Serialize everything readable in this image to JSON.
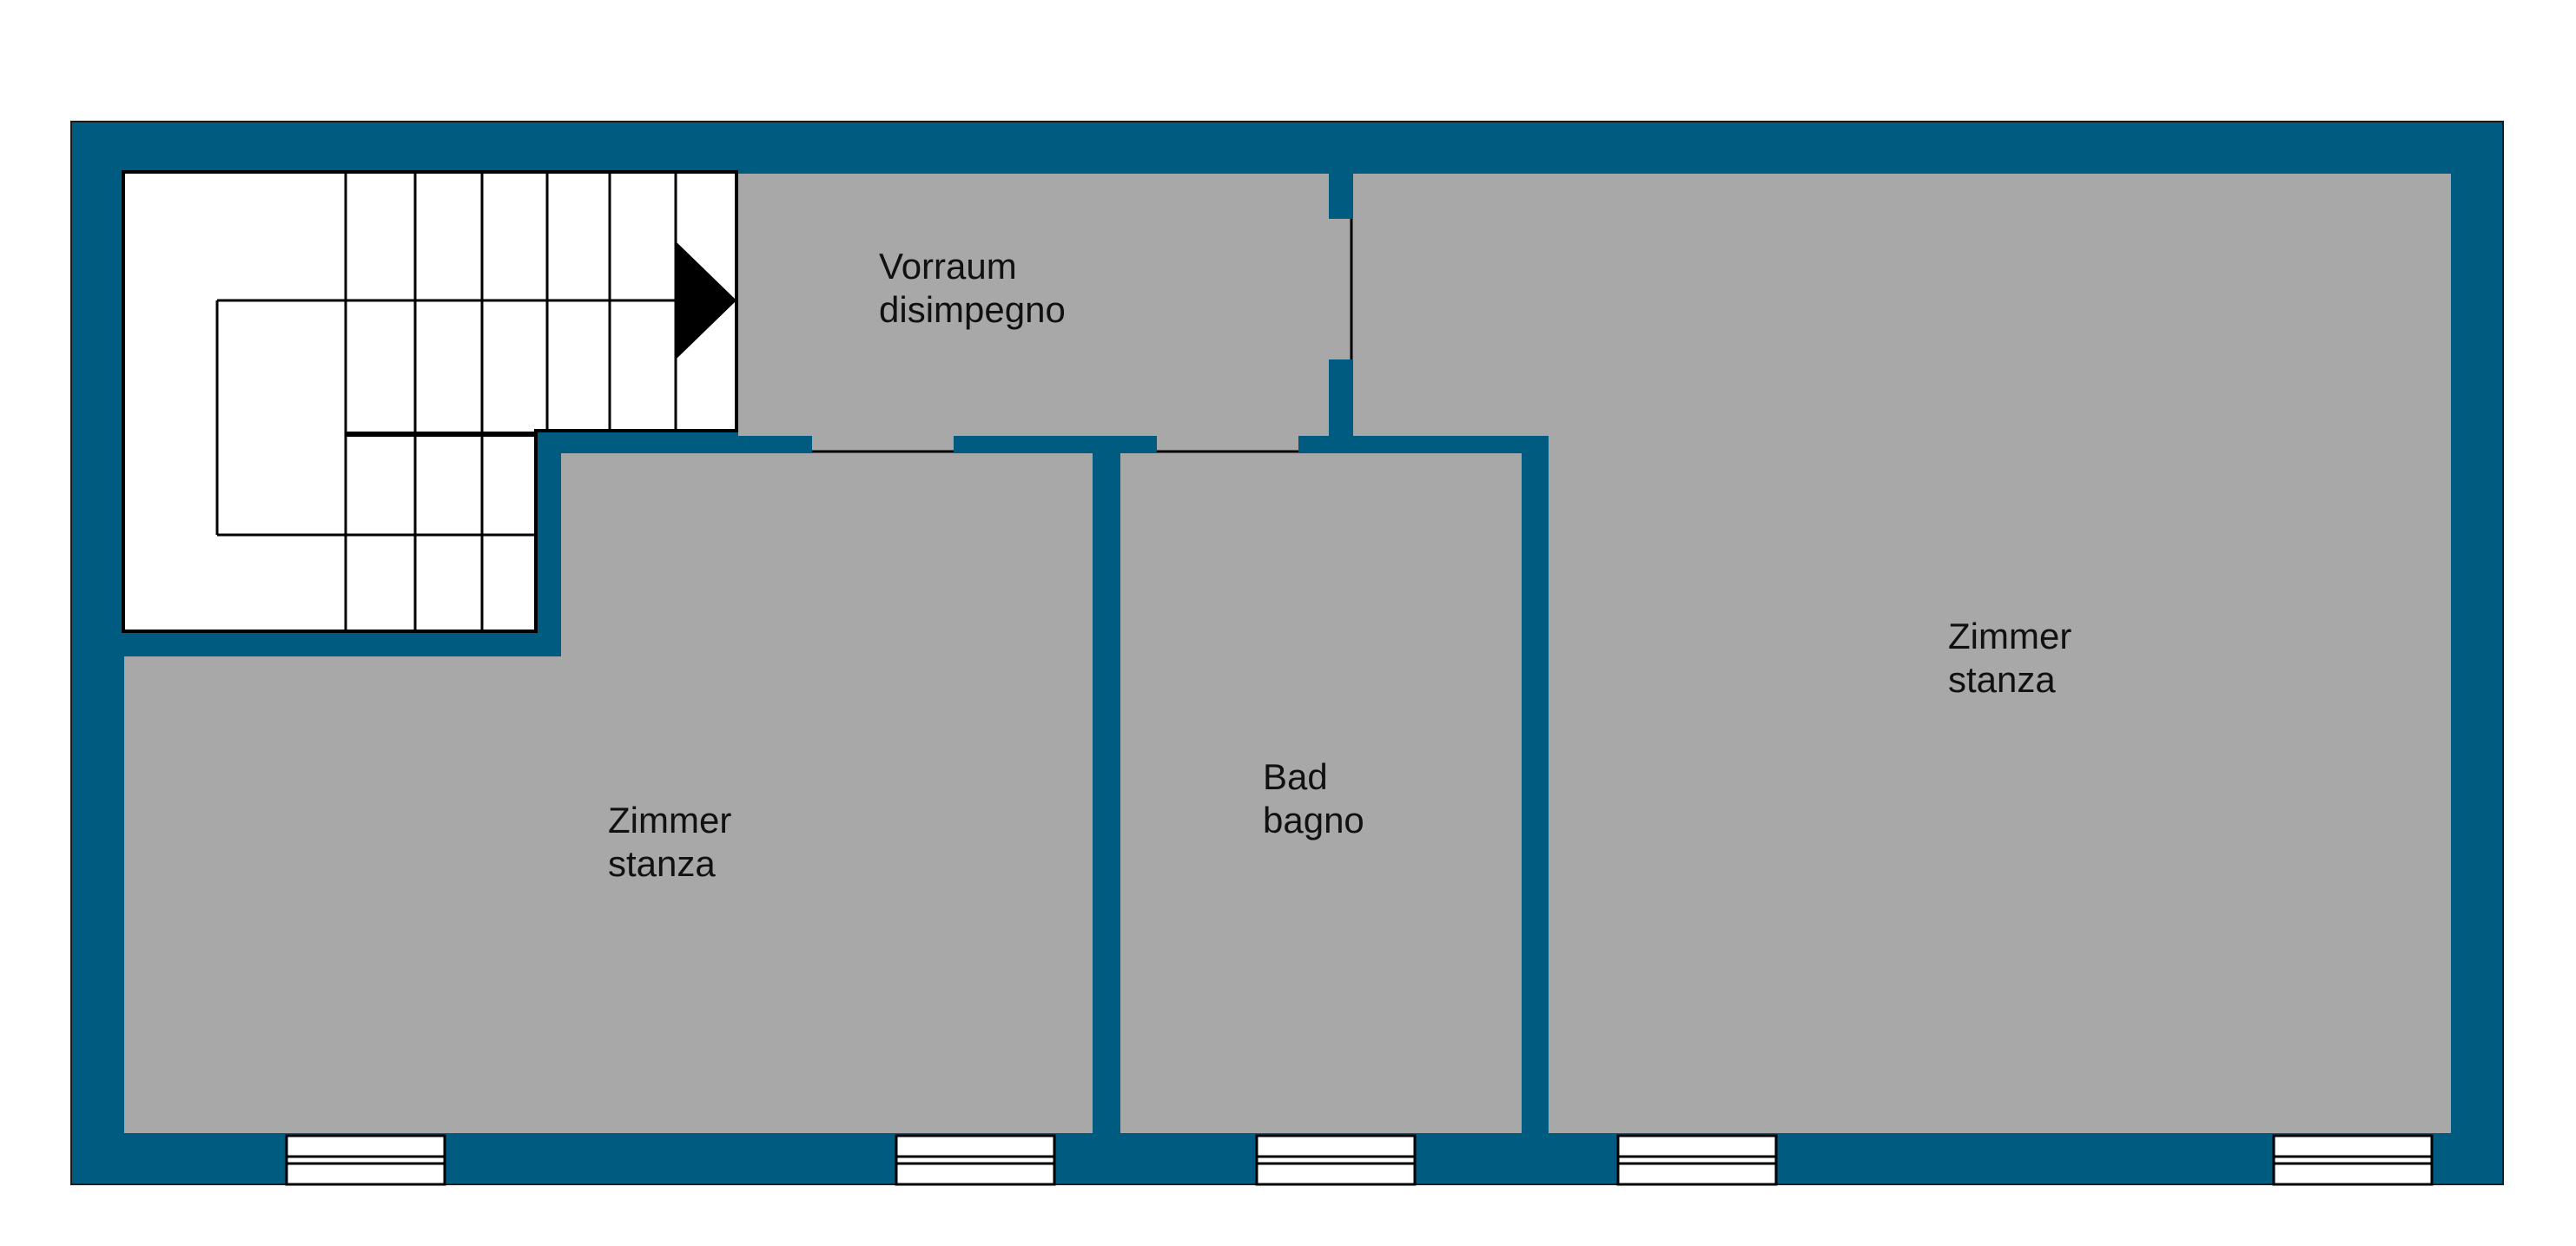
{
  "colors": {
    "wall": "#005b80",
    "floor": "#a8a8a8",
    "stair_fill": "#ffffff",
    "line": "#000000",
    "background": "#ffffff"
  },
  "rooms": {
    "vorraum": {
      "line1": "Vorraum",
      "line2": "disimpegno"
    },
    "zimmer_left": {
      "line1": "Zimmer",
      "line2": "stanza"
    },
    "bad": {
      "line1": "Bad",
      "line2": "bagno"
    },
    "zimmer_right": {
      "line1": "Zimmer",
      "line2": "stanza"
    }
  },
  "icons": {
    "stair_direction": "triangle-right-icon",
    "window": "window-icon"
  }
}
